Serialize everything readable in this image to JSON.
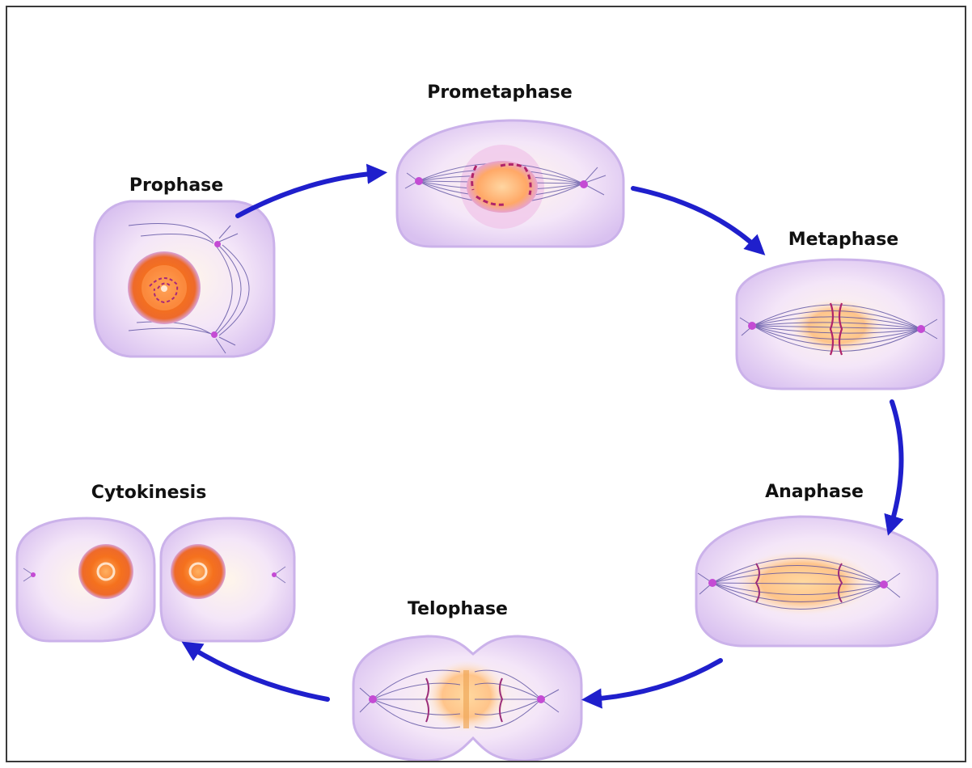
{
  "title": "",
  "stages": [
    {
      "id": "prophase",
      "label": "Prophase"
    },
    {
      "id": "prometaphase",
      "label": "Prometaphase"
    },
    {
      "id": "metaphase",
      "label": "Metaphase"
    },
    {
      "id": "anaphase",
      "label": "Anaphase"
    },
    {
      "id": "telophase",
      "label": "Telophase"
    },
    {
      "id": "cytokinesis",
      "label": "Cytokinesis"
    }
  ],
  "colors": {
    "arrow": "#1f1fcc",
    "cell_fill": "#ead9f7",
    "cell_outline": "#c9aee8",
    "nucleus": "#f26a1b",
    "centrosome": "#c44bd4",
    "spindle": "#5a4fa0"
  }
}
